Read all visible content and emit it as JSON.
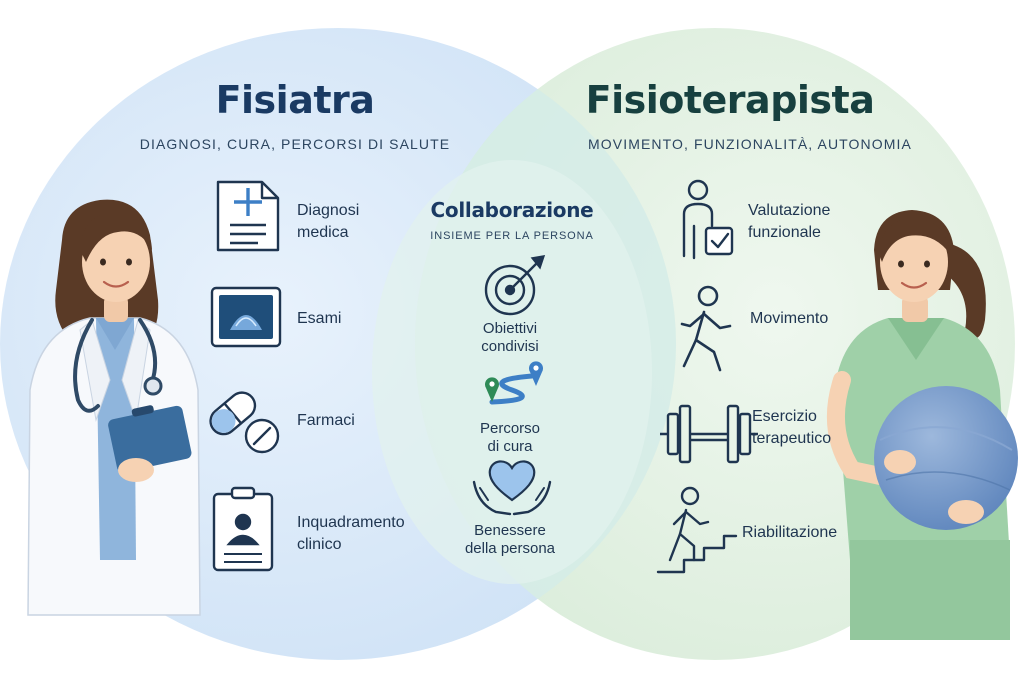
{
  "left": {
    "title": "Fisiatra",
    "subtitle": "Diagnosi, cura, percorsi di salute",
    "items": [
      {
        "label": "Diagnosi\nmedica",
        "icon": "medical-document-icon"
      },
      {
        "label": "Esami",
        "icon": "ultrasound-scan-icon"
      },
      {
        "label": "Farmaci",
        "icon": "pills-icon"
      },
      {
        "label": "Inquadramento\nclinico",
        "icon": "clinical-chart-icon"
      }
    ]
  },
  "right": {
    "title": "Fisioterapista",
    "subtitle": "Movimento, funzionalità, autonomia",
    "items": [
      {
        "label": "Valutazione\nfunzionale",
        "icon": "person-checkbox-icon"
      },
      {
        "label": "Movimento",
        "icon": "walking-person-icon"
      },
      {
        "label": "Esercizio\nterapeutico",
        "icon": "dumbbell-icon"
      },
      {
        "label": "Riabilitazione",
        "icon": "stairs-climbing-icon"
      }
    ]
  },
  "center": {
    "title": "Collaborazione",
    "subtitle": "INSIEME PER LA PERSONA",
    "items": [
      {
        "label": "Obiettivi\ncondivisi",
        "icon": "target-icon"
      },
      {
        "label": "Percorso\ndi cura",
        "icon": "path-pins-icon"
      },
      {
        "label": "Benessere\ndella persona",
        "icon": "hands-heart-icon"
      }
    ]
  },
  "colors": {
    "left_circle": "#dcebfa",
    "right_circle": "#e3f1e3",
    "overlap": "#d6ece9",
    "navy": "#1a3a63",
    "teal_dark": "#17403f",
    "icon_stroke": "#1f3550",
    "accent_blue": "#3d7fc6",
    "accent_green": "#2e8b57",
    "scrubs_green": "#9fd0a8",
    "doctor_scrubs": "#8fb5dc"
  }
}
